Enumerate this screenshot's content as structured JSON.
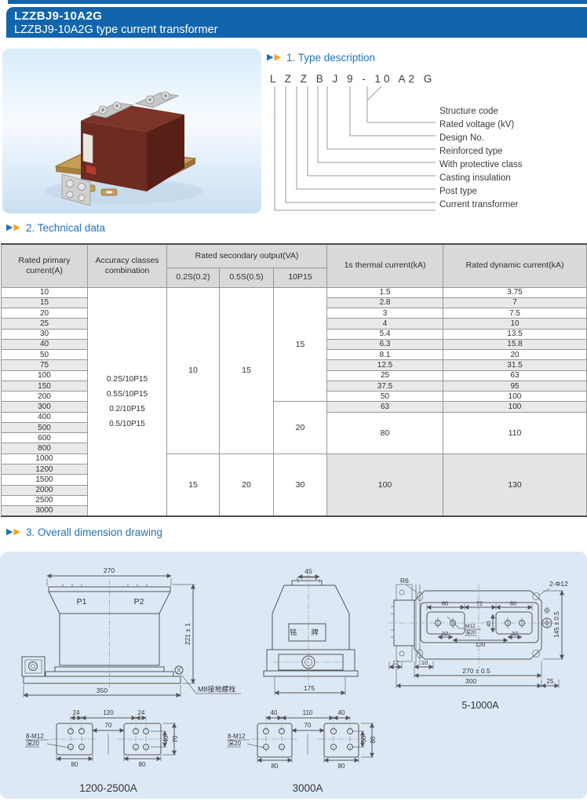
{
  "header": {
    "title": "LZZBJ9-10A2G",
    "subtitle": "LZZBJ9-10A2G type current transformer"
  },
  "sections": {
    "s1": "1. Type description",
    "s2": "2. Technical data",
    "s3": "3. Overall dimension drawing"
  },
  "type_code": {
    "code": "L Z Z B J 9 - 10 A2 G",
    "labels": [
      "Structure code",
      "Rated voltage (kV)",
      "Design No.",
      "Reinforced type",
      "With protective class",
      "Casting insulation",
      "Post type",
      "Current transformer"
    ]
  },
  "table": {
    "headers": {
      "primary": "Rated primary current(A)",
      "accuracy": "Accuracy classes combination",
      "secondary": "Rated secondary output(VA)",
      "sub1": "0.2S(0.2)",
      "sub2": "0.5S(0.5)",
      "sub3": "10P15",
      "thermal": "1s thermal current(kA)",
      "dynamic": "Rated dynamic current(kA)"
    },
    "accuracy_lines": [
      "0.2S/10P15",
      "0.5S/10P15",
      "0.2/10P15",
      "0.5/10P15"
    ],
    "merged": {
      "s02_a": "10",
      "s05_a": "15",
      "p15_a": "15",
      "p15_b": "20",
      "s02_b": "15",
      "s05_b": "20",
      "p15_c": "30",
      "th_b": "80",
      "dy_b": "110",
      "th_c": "100",
      "dy_c": "130"
    },
    "rows": [
      {
        "a": "10",
        "t": "1.5",
        "d": "3.75"
      },
      {
        "a": "15",
        "t": "2.8",
        "d": "7"
      },
      {
        "a": "20",
        "t": "3",
        "d": "7.5"
      },
      {
        "a": "25",
        "t": "4",
        "d": "10"
      },
      {
        "a": "30",
        "t": "5.4",
        "d": "13.5"
      },
      {
        "a": "40",
        "t": "6.3",
        "d": "15.8"
      },
      {
        "a": "50",
        "t": "8.1",
        "d": "20"
      },
      {
        "a": "75",
        "t": "12.5",
        "d": "31.5"
      },
      {
        "a": "100",
        "t": "25",
        "d": "63"
      },
      {
        "a": "150",
        "t": "37.5",
        "d": "95"
      },
      {
        "a": "200",
        "t": "50",
        "d": "100"
      },
      {
        "a": "300",
        "t": "63",
        "d": "100"
      },
      {
        "a": "400"
      },
      {
        "a": "500"
      },
      {
        "a": "600"
      },
      {
        "a": "800"
      },
      {
        "a": "1000"
      },
      {
        "a": "1200"
      },
      {
        "a": "1500"
      },
      {
        "a": "2000"
      },
      {
        "a": "2500"
      },
      {
        "a": "3000"
      }
    ]
  },
  "drawings": {
    "front": {
      "d270": "270",
      "d350": "350",
      "d221": "221 ± 1",
      "p1": "P1",
      "p2": "P2",
      "ground": "M8接地螺栓"
    },
    "side": {
      "d45": "45",
      "d175": "175",
      "nameplate": "铭 牌"
    },
    "top": {
      "r6": "R6",
      "phi": "2-Φ12",
      "d145": "145 ± 0.5",
      "d80a": "80",
      "d72": "72",
      "d80b": "80",
      "d45": "45",
      "d32a": "32",
      "d120": "120",
      "d32b": "32",
      "m12": "M12",
      "depth": "深20",
      "d12": "12",
      "d10": "10",
      "d270": "270 ± 0.5",
      "d300": "300",
      "d25": "25",
      "label": "5-1000A"
    },
    "holes1": {
      "d24a": "24",
      "d120": "120",
      "d24b": "24",
      "d70": "70",
      "d40": "40",
      "d70v": "70",
      "d80a": "80",
      "d80b": "80",
      "bolt": "8-M12",
      "depth": "深20",
      "label": "1200-2500A"
    },
    "holes2": {
      "d40a": "40",
      "d110": "110",
      "d40b": "40",
      "d70": "70",
      "d50": "50",
      "d80v": "80",
      "d80a": "80",
      "d80b": "80",
      "bolt": "8-M12",
      "depth": "深20",
      "label": "3000A"
    }
  },
  "colors": {
    "header_blue": "#1165ad",
    "heading_blue": "#1e73b8",
    "arrow_orange": "#f2a31c",
    "panel_blue": "#dce9f5",
    "table_header_gray": "#d9d9d9",
    "stripe_gray": "#e9e9e9"
  }
}
